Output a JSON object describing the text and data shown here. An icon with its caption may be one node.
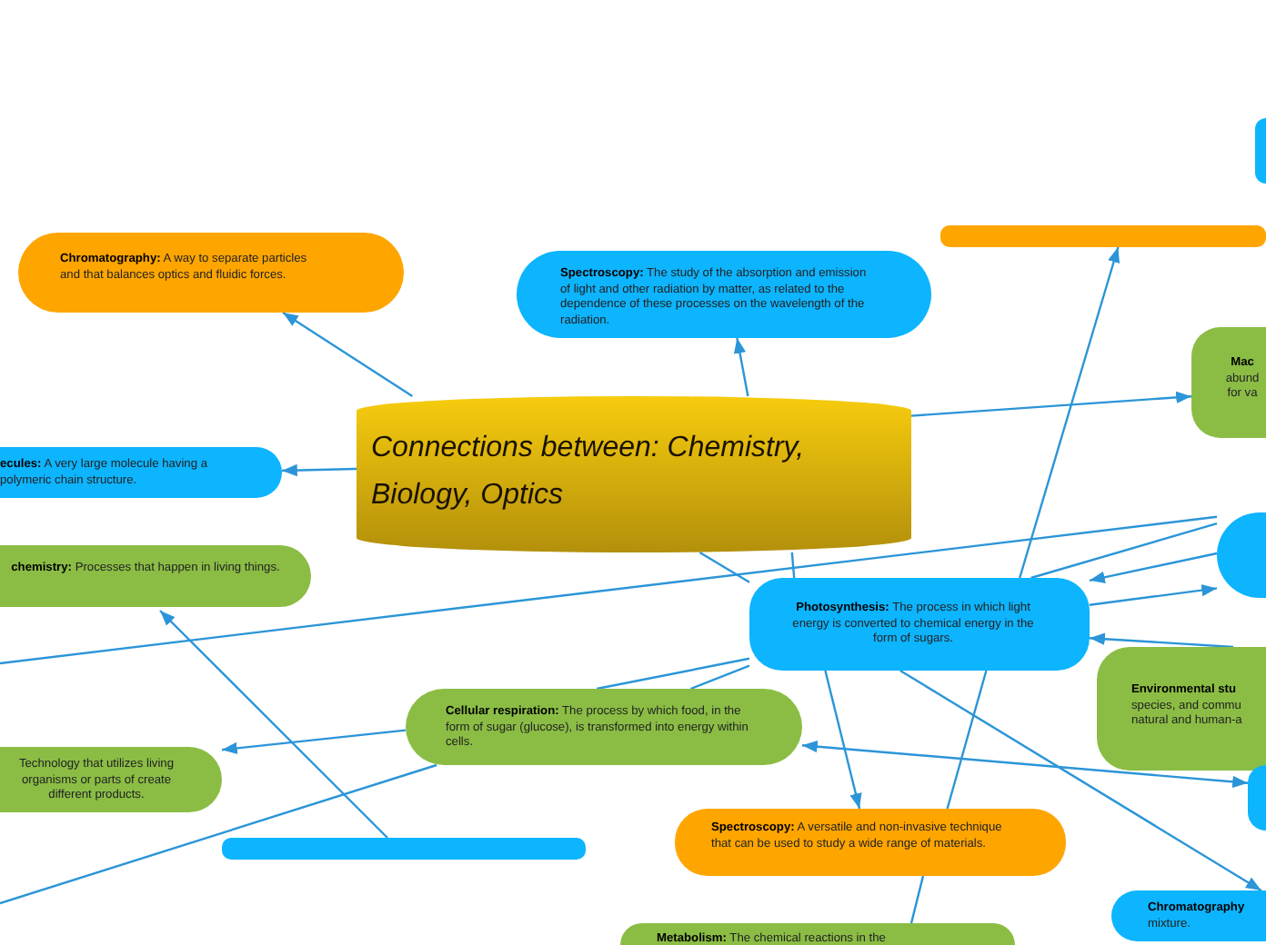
{
  "diagram": {
    "nodes": [
      {
        "text": [
          "Connections between: Chemistry, Biology, Optics"
        ]
      },
      {
        "text": [
          "**Chromatography:** A way to separate particles and that balances optics and fluidic forces."
        ]
      },
      {
        "text": [
          "**Spectroscopy:** The study of the absorption and emission of light and other radiation by matter, as related to the dependence of these processes on the wavelength of the radiation."
        ]
      },
      {
        "text": [
          "**ecules:** A very large molecule having a polymeric chain structure."
        ]
      },
      {
        "text": [
          "**chemistry:** Processes that happen in living things."
        ]
      },
      {
        "text": [
          "**Photosynthesis:** The process in which light energy is converted to chemical energy in the form of sugars."
        ]
      },
      {
        "text": [
          "**Cellular respiration:** The process by which food, in the form of sugar (glucose), is transformed into energy within cells."
        ]
      },
      {
        "text": [
          "Technology that utilizes living organisms or parts of create different products."
        ]
      },
      {
        "text": [],
        "shape": "bar"
      },
      {
        "text": [
          "**Spectroscopy:** A versatile and non-invasive technique that can be used to study a wide range of materials."
        ]
      },
      {
        "text": [
          "**Metabolism:** The chemical reactions in the"
        ]
      },
      {
        "text": [],
        "shape": "bar"
      },
      {
        "text": [],
        "shape": "circle"
      },
      {
        "text": [
          "**Mac** abund for va"
        ]
      },
      {
        "text": [],
        "shape": "circle"
      },
      {
        "text": [
          "**Environmental stu** species, and commu natural and human-a"
        ]
      },
      {
        "text": [],
        "shape": "circle"
      },
      {
        "text": [
          "**Chromatography** mixture."
        ]
      }
    ],
    "edges": [
      {
        "from": 0,
        "to": 1,
        "arrow": "to"
      },
      {
        "from": 0,
        "to": 2,
        "arrow": "to"
      },
      {
        "from": 0,
        "to": 3,
        "arrow": "to"
      },
      {
        "from": 0,
        "to": 13,
        "arrow": "to"
      },
      {
        "from": 0,
        "to": 5,
        "arrow": "none"
      },
      {
        "from": 5,
        "to": 9,
        "arrow": "to"
      },
      {
        "from": 0,
        "to": 5,
        "arrow": "none"
      },
      {
        "from": 5,
        "to": 17,
        "arrow": "to"
      },
      {
        "from": null,
        "to": 14,
        "arrow": "none"
      },
      {
        "from": 10,
        "to": 9,
        "arrow": "none"
      },
      {
        "from": 9,
        "to": 5,
        "arrow": "none"
      },
      {
        "from": 5,
        "to": 11,
        "arrow": "to"
      },
      {
        "from": 15,
        "to": 5,
        "arrow": "to"
      },
      {
        "from": 5,
        "to": 14,
        "arrow": "to"
      },
      {
        "from": 14,
        "to": 5,
        "arrow": "to"
      },
      {
        "from": 5,
        "to": 14,
        "arrow": "none"
      },
      {
        "from": 6,
        "to": 16,
        "arrow": "both"
      },
      {
        "from": null,
        "to": 6,
        "arrow": "none"
      },
      {
        "from": 6,
        "to": 5,
        "arrow": "none"
      },
      {
        "from": 5,
        "to": 6,
        "arrow": "none"
      },
      {
        "from": 6,
        "to": 7,
        "arrow": "to"
      },
      {
        "from": 8,
        "to": 4,
        "arrow": "to"
      }
    ]
  }
}
